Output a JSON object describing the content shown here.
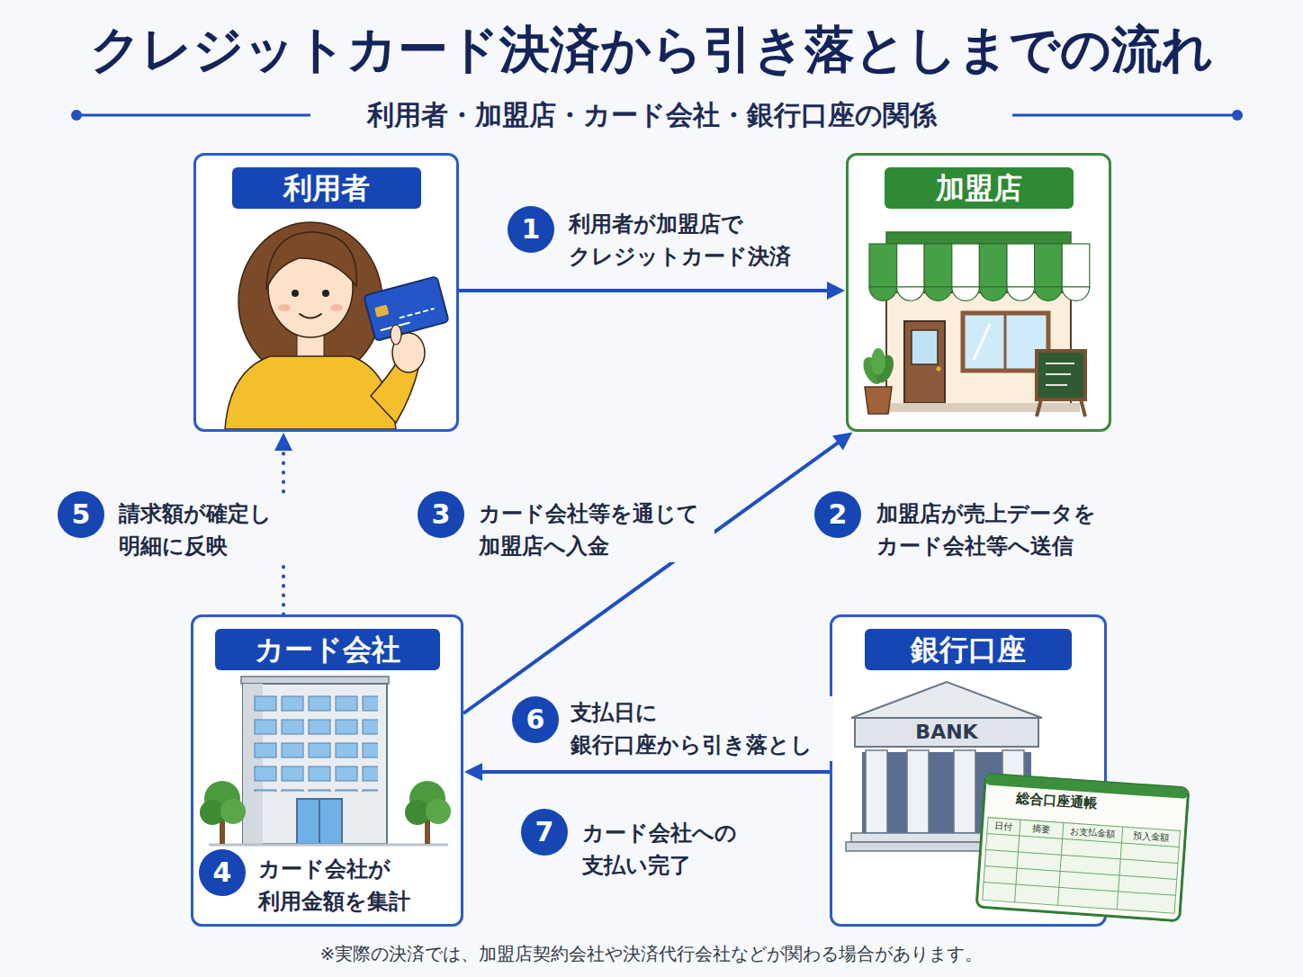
{
  "diagram": {
    "title": "クレジットカード決済から引き落としまでの流れ",
    "caption": "※実際の決済では、加盟店契約会社や決済代行会社などが関わる場合があります。",
    "nodes": [
      {
        "text": [
          "利用者"
        ]
      },
      {
        "text": [
          "加盟店"
        ]
      },
      {
        "text": [
          "カード会社",
          "カード会社が 利用金額を集計"
        ]
      },
      {
        "text": [
          "銀行口座"
        ]
      }
    ],
    "edges": [
      {
        "from": 0,
        "to": 1,
        "label": "利用者が加盟店で クレジットカード決済",
        "arrow": "to"
      },
      {
        "from": 2,
        "to": 1,
        "label": "カード会社等を通じて 加盟店へ入金",
        "arrow": "to"
      },
      {
        "from": 2,
        "to": 0,
        "label": "請求額が確定し 明細に反映",
        "arrow": "to"
      },
      {
        "from": 3,
        "to": 2,
        "label": "支払日に 銀行口座から引き落とし",
        "arrow": "to"
      }
    ],
    "labels": [
      "利用者・加盟店・カード会社・銀行口座の関係",
      "1",
      "3",
      "2",
      "加盟店が売上データを カード会社等へ送信",
      "5",
      "6",
      "7",
      "カード会社への 支払い完了",
      "4",
      "BANK",
      "総合口座通帳",
      "日付",
      "摘要",
      "お支払金額",
      "預入金額"
    ]
  }
}
